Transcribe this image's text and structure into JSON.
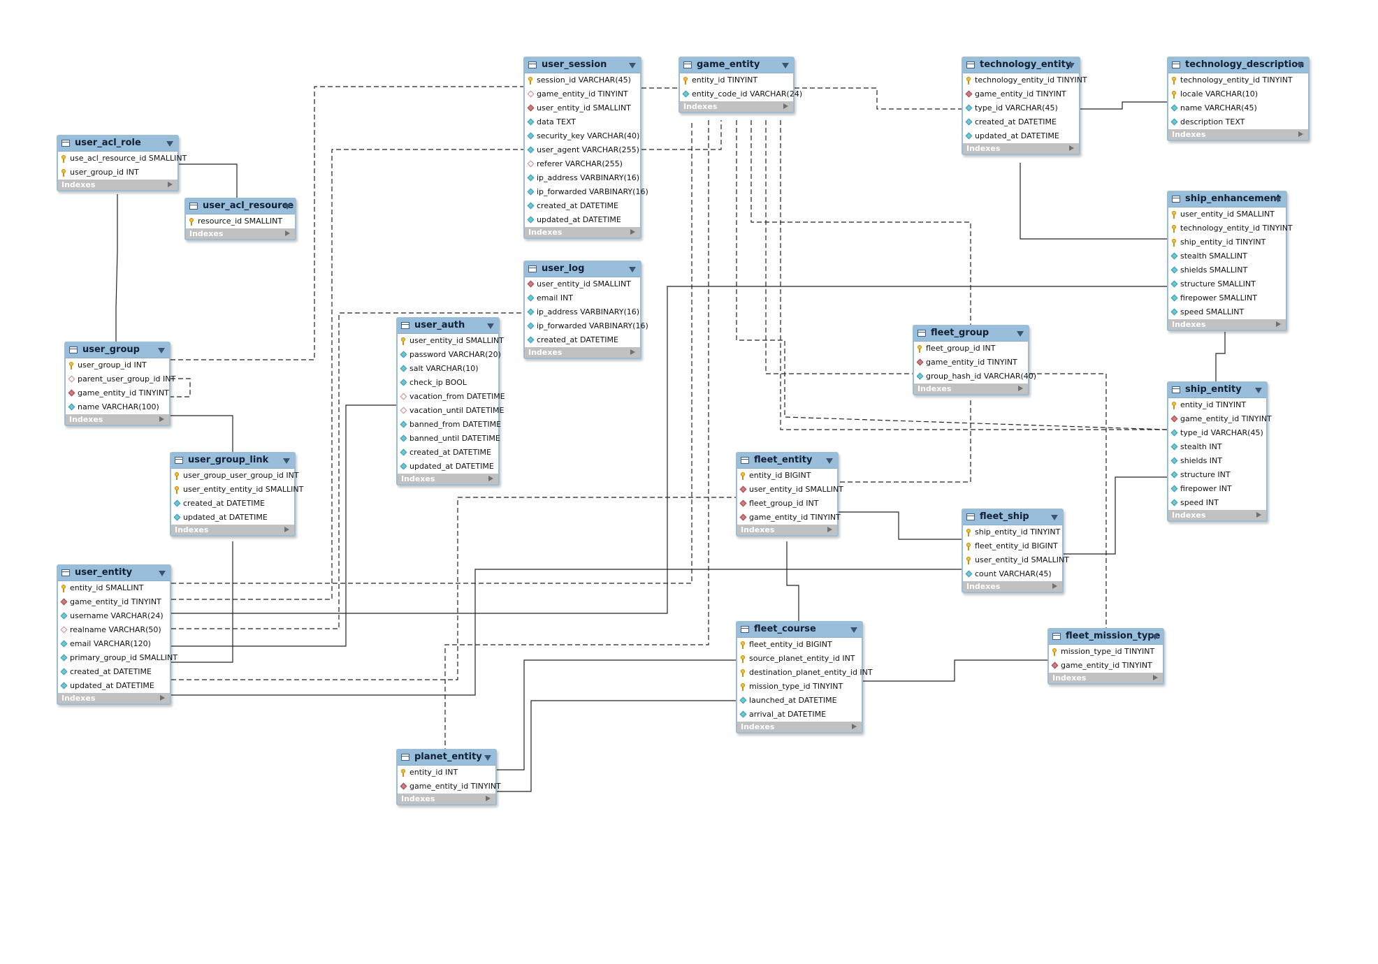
{
  "tables": [
    {
      "name": "user_acl_role",
      "columns": [
        {
          "text": "use_acl_resource_id SMALLINT",
          "kind": "pk"
        },
        {
          "text": "user_group_id INT",
          "kind": "pk"
        }
      ]
    },
    {
      "name": "user_acl_resource",
      "columns": [
        {
          "text": "resource_id SMALLINT",
          "kind": "pk"
        }
      ]
    },
    {
      "name": "user_group",
      "columns": [
        {
          "text": "user_group_id INT",
          "kind": "pk"
        },
        {
          "text": "parent_user_group_id INT",
          "kind": "nul"
        },
        {
          "text": "game_entity_id TINYINT",
          "kind": "fk"
        },
        {
          "text": "name VARCHAR(100)",
          "kind": "nn"
        }
      ]
    },
    {
      "name": "user_group_link",
      "columns": [
        {
          "text": "user_group_user_group_id INT",
          "kind": "pk"
        },
        {
          "text": "user_entity_entity_id SMALLINT",
          "kind": "pk"
        },
        {
          "text": "created_at DATETIME",
          "kind": "nn"
        },
        {
          "text": "updated_at DATETIME",
          "kind": "nn"
        }
      ]
    },
    {
      "name": "user_entity",
      "columns": [
        {
          "text": "entity_id SMALLINT",
          "kind": "pk"
        },
        {
          "text": "game_entity_id TINYINT",
          "kind": "fk"
        },
        {
          "text": "username VARCHAR(24)",
          "kind": "nn"
        },
        {
          "text": "realname VARCHAR(50)",
          "kind": "nul"
        },
        {
          "text": "email VARCHAR(120)",
          "kind": "nn"
        },
        {
          "text": "primary_group_id SMALLINT",
          "kind": "nn"
        },
        {
          "text": "created_at DATETIME",
          "kind": "nn"
        },
        {
          "text": "updated_at DATETIME",
          "kind": "nn"
        }
      ]
    },
    {
      "name": "user_session",
      "columns": [
        {
          "text": "session_id VARCHAR(45)",
          "kind": "pk"
        },
        {
          "text": "game_entity_id TINYINT",
          "kind": "nul"
        },
        {
          "text": "user_entity_id SMALLINT",
          "kind": "fk"
        },
        {
          "text": "data TEXT",
          "kind": "nn"
        },
        {
          "text": "security_key VARCHAR(40)",
          "kind": "nn"
        },
        {
          "text": "user_agent VARCHAR(255)",
          "kind": "nn"
        },
        {
          "text": "referer VARCHAR(255)",
          "kind": "nul"
        },
        {
          "text": "ip_address VARBINARY(16)",
          "kind": "nn"
        },
        {
          "text": "ip_forwarded VARBINARY(16)",
          "kind": "nn"
        },
        {
          "text": "created_at DATETIME",
          "kind": "nn"
        },
        {
          "text": "updated_at DATETIME",
          "kind": "nn"
        }
      ]
    },
    {
      "name": "user_log",
      "columns": [
        {
          "text": "user_entity_id SMALLINT",
          "kind": "fk"
        },
        {
          "text": "email INT",
          "kind": "nn"
        },
        {
          "text": "ip_address VARBINARY(16)",
          "kind": "nn"
        },
        {
          "text": "ip_forwarded VARBINARY(16)",
          "kind": "nn"
        },
        {
          "text": "created_at DATETIME",
          "kind": "nn"
        }
      ]
    },
    {
      "name": "user_auth",
      "columns": [
        {
          "text": "user_entity_id SMALLINT",
          "kind": "pk"
        },
        {
          "text": "password VARCHAR(20)",
          "kind": "nn"
        },
        {
          "text": "salt VARCHAR(10)",
          "kind": "nn"
        },
        {
          "text": "check_ip BOOL",
          "kind": "nn"
        },
        {
          "text": "vacation_from DATETIME",
          "kind": "nul"
        },
        {
          "text": "vacation_until DATETIME",
          "kind": "nul"
        },
        {
          "text": "banned_from DATETIME",
          "kind": "nn"
        },
        {
          "text": "banned_until DATETIME",
          "kind": "nn"
        },
        {
          "text": "created_at DATETIME",
          "kind": "nn"
        },
        {
          "text": "updated_at DATETIME",
          "kind": "nn"
        }
      ]
    },
    {
      "name": "game_entity",
      "columns": [
        {
          "text": "entity_id TINYINT",
          "kind": "pk"
        },
        {
          "text": "entity_code_id VARCHAR(24)",
          "kind": "nn"
        }
      ]
    },
    {
      "name": "technology_entity",
      "columns": [
        {
          "text": "technology_entity_id TINYINT",
          "kind": "pk"
        },
        {
          "text": "game_entity_id TINYINT",
          "kind": "fk"
        },
        {
          "text": "type_id VARCHAR(45)",
          "kind": "nn"
        },
        {
          "text": "created_at DATETIME",
          "kind": "nn"
        },
        {
          "text": "updated_at DATETIME",
          "kind": "nn"
        }
      ]
    },
    {
      "name": "technology_description",
      "columns": [
        {
          "text": "technology_entity_id TINYINT",
          "kind": "pk"
        },
        {
          "text": "locale VARCHAR(10)",
          "kind": "pk"
        },
        {
          "text": "name VARCHAR(45)",
          "kind": "nn"
        },
        {
          "text": "description TEXT",
          "kind": "nn"
        }
      ]
    },
    {
      "name": "ship_enhancement",
      "columns": [
        {
          "text": "user_entity_id SMALLINT",
          "kind": "pk"
        },
        {
          "text": "technology_entity_id TINYINT",
          "kind": "pk"
        },
        {
          "text": "ship_entity_id TINYINT",
          "kind": "pk"
        },
        {
          "text": "stealth SMALLINT",
          "kind": "nn"
        },
        {
          "text": "shields SMALLINT",
          "kind": "nn"
        },
        {
          "text": "structure SMALLINT",
          "kind": "nn"
        },
        {
          "text": "firepower SMALLINT",
          "kind": "nn"
        },
        {
          "text": "speed SMALLINT",
          "kind": "nn"
        }
      ]
    },
    {
      "name": "fleet_group",
      "columns": [
        {
          "text": "fleet_group_id INT",
          "kind": "pk"
        },
        {
          "text": "game_entity_id TINYINT",
          "kind": "fk"
        },
        {
          "text": "group_hash_id VARCHAR(40)",
          "kind": "nn"
        }
      ]
    },
    {
      "name": "ship_entity",
      "columns": [
        {
          "text": "entity_id TINYINT",
          "kind": "pk"
        },
        {
          "text": "game_entity_id TINYINT",
          "kind": "fk"
        },
        {
          "text": "type_id VARCHAR(45)",
          "kind": "nn"
        },
        {
          "text": "stealth INT",
          "kind": "nn"
        },
        {
          "text": "shields INT",
          "kind": "nn"
        },
        {
          "text": "structure INT",
          "kind": "nn"
        },
        {
          "text": "firepower INT",
          "kind": "nn"
        },
        {
          "text": "speed INT",
          "kind": "nn"
        }
      ]
    },
    {
      "name": "fleet_entity",
      "columns": [
        {
          "text": "entity_id BIGINT",
          "kind": "pk"
        },
        {
          "text": "user_entity_id SMALLINT",
          "kind": "fk"
        },
        {
          "text": "fleet_group_id INT",
          "kind": "fk"
        },
        {
          "text": "game_entity_id TINYINT",
          "kind": "fk"
        }
      ]
    },
    {
      "name": "fleet_ship",
      "columns": [
        {
          "text": "ship_entity_id TINYINT",
          "kind": "pk"
        },
        {
          "text": "fleet_entity_id BIGINT",
          "kind": "pk"
        },
        {
          "text": "user_entity_id SMALLINT",
          "kind": "pk"
        },
        {
          "text": "count VARCHAR(45)",
          "kind": "nn"
        }
      ]
    },
    {
      "name": "fleet_course",
      "columns": [
        {
          "text": "fleet_entity_id BIGINT",
          "kind": "pk"
        },
        {
          "text": "source_planet_entity_id INT",
          "kind": "pk"
        },
        {
          "text": "destination_planet_entity_id INT",
          "kind": "pk"
        },
        {
          "text": "mission_type_id TINYINT",
          "kind": "pk"
        },
        {
          "text": "launched_at DATETIME",
          "kind": "nn"
        },
        {
          "text": "arrival_at DATETIME",
          "kind": "nn"
        }
      ]
    },
    {
      "name": "fleet_mission_type",
      "columns": [
        {
          "text": "mission_type_id TINYINT",
          "kind": "pk"
        },
        {
          "text": "game_entity_id TINYINT",
          "kind": "fk"
        }
      ]
    },
    {
      "name": "planet_entity",
      "columns": [
        {
          "text": "entity_id INT",
          "kind": "pk"
        },
        {
          "text": "game_entity_id TINYINT",
          "kind": "fk"
        }
      ]
    }
  ],
  "indexes_label": "Indexes",
  "colors": {
    "header": "#99bedb",
    "border": "#9bbdd5",
    "indexes_bar": "#c1c1c1",
    "line": "#222222"
  }
}
